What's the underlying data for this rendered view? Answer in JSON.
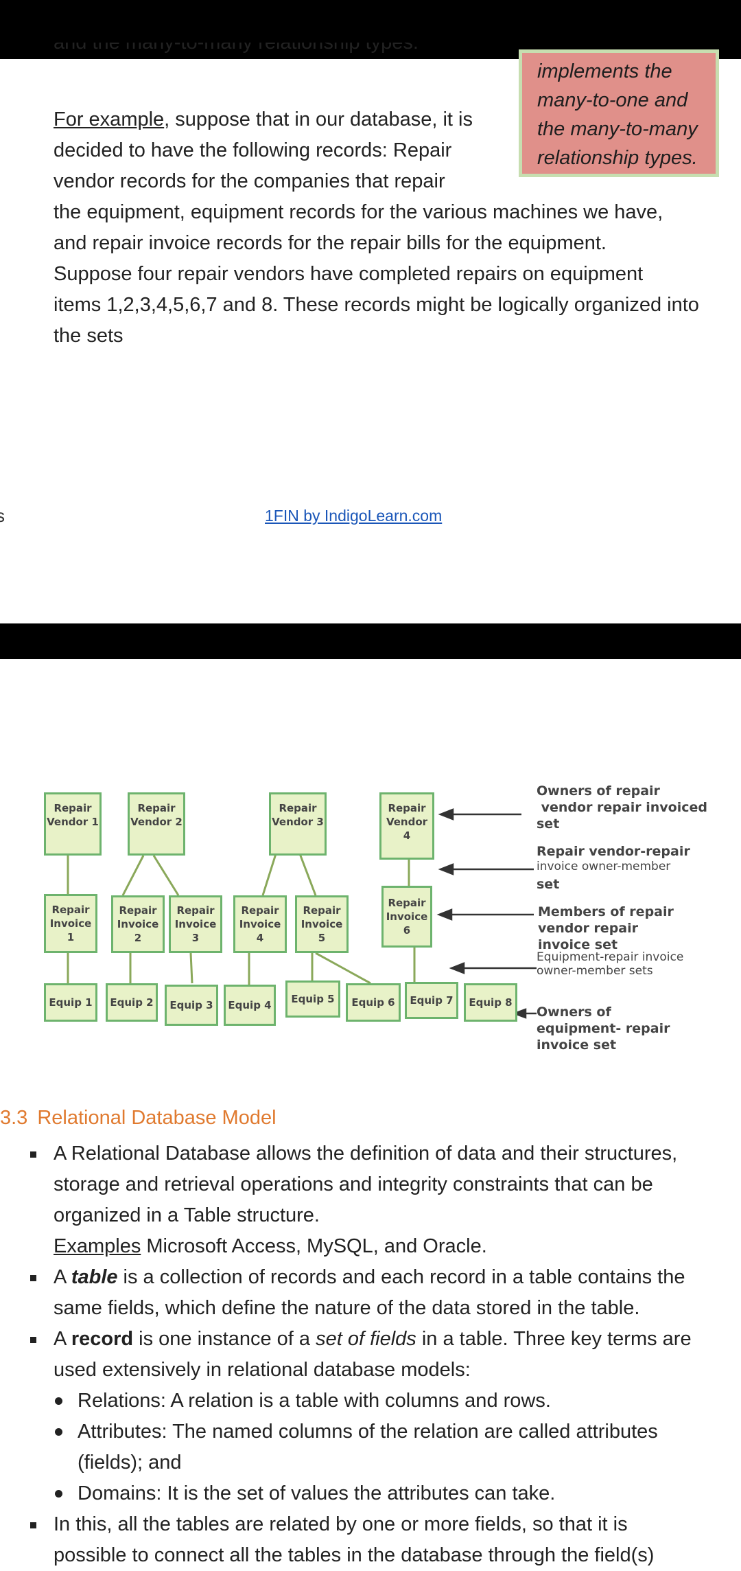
{
  "page": {
    "top_cut_text": "and the many-to-many relationship types.",
    "paragraph": {
      "lead": "For example",
      "line1": ", suppose that in our database, it is",
      "line2": "decided to have the following records: Repair",
      "line3": "vendor records for the companies that repair",
      "line4": "the equipment, equipment records for the various machines we have,",
      "line5": "and repair invoice records for the repair bills for the equipment.",
      "line6": "Suppose four repair vendors have completed repairs on equipment",
      "line7": "items 1,2,3,4,5,6,7 and 8. These records might be logically organized into",
      "line8": "the sets"
    },
    "callout": {
      "line1": "implements the",
      "line2": "many-to-one and",
      "line3": "the many-to-many",
      "line4": "relationship types."
    },
    "footer_link": "1FIN by IndigoLearn.com",
    "edge_char": "s"
  },
  "diagram": {
    "vendors": [
      {
        "l1": "Repair",
        "l2": "Vendor 1"
      },
      {
        "l1": "Repair",
        "l2": "Vendor 2"
      },
      {
        "l1": "Repair",
        "l2": "Vendor 3"
      },
      {
        "l1": "Repair",
        "l2": "Vendor 4"
      }
    ],
    "invoices": [
      {
        "l1": "Repair",
        "l2": "Invoice 1"
      },
      {
        "l1": "Repair",
        "l2": "Invoice 2"
      },
      {
        "l1": "Repair",
        "l2": "Invoice 3"
      },
      {
        "l1": "Repair",
        "l2": "Invoice 4"
      },
      {
        "l1": "Repair",
        "l2": "Invoice 5"
      },
      {
        "l1": "Repair",
        "l2": "Invoice 6"
      }
    ],
    "equips": [
      "Equip 1",
      "Equip 2",
      "Equip 3",
      "Equip 4",
      "Equip 5",
      "Equip 6",
      "Equip 7",
      "Equip 8"
    ],
    "labels": {
      "owners_vendor": [
        "Owners of repair",
        " vendor repair invoiced",
        "set"
      ],
      "vendor_owner_member": [
        "Repair vendor-repair",
        "invoice owner-member",
        "set"
      ],
      "members": [
        "Members of repair",
        "vendor repair",
        "invoice set"
      ],
      "equip_owner_member": [
        "Equipment-repair invoice",
        "owner-member sets"
      ],
      "owners_equip": [
        "Owners of",
        "equipment- repair",
        "invoice set"
      ]
    }
  },
  "section": {
    "number": "3.3",
    "title": "Relational Database Model",
    "b1": {
      "l1": "A Relational Database allows the definition of data and their structures,",
      "l2": "storage and retrieval operations and integrity constraints that can be",
      "l3": "organized in a Table structure.",
      "ex_label": "Examples",
      "ex_text": " Microsoft Access, MySQL, and Oracle."
    },
    "b2": {
      "a": "A ",
      "b": "table",
      "c": " is a collection of records and each record in a table contains the",
      "l2": "same fields, which define the nature of the data stored in the table."
    },
    "b3": {
      "a": "A ",
      "b": "record",
      "c": " is one instance of a ",
      "d": "set of fields",
      "e": " in a table. Three key terms are",
      "l2": "used extensively in relational database models:"
    },
    "subs": {
      "s1": "Relations: A relation is a table with columns and rows.",
      "s2a": "Attributes: The named columns of the relation are called attributes",
      "s2b": "(fields); and",
      "s3": "Domains: It is the set of values the attributes can take."
    },
    "b4": {
      "l1": "In this, all the tables are related by one or more fields, so that it is",
      "l2": "possible to connect all the tables in the database through the field(s)"
    }
  }
}
